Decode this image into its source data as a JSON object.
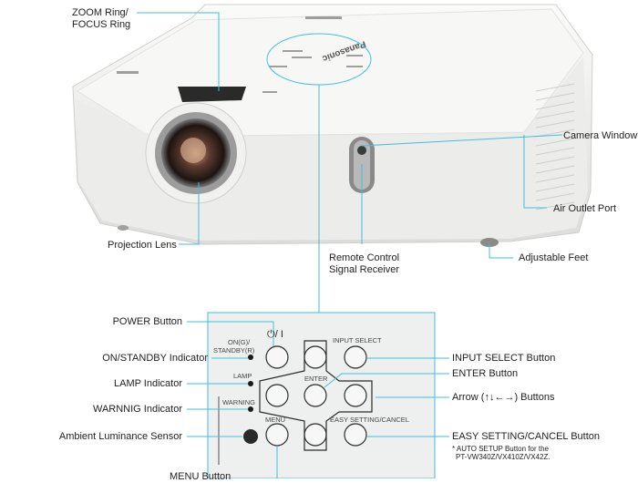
{
  "top_labels": {
    "zoom_ring": "ZOOM Ring/",
    "focus_ring": "FOCUS Ring",
    "camera_window": "Camera Window",
    "air_outlet": "Air Outlet Port",
    "projection_lens": "Projection Lens",
    "adjustable_feet": "Adjustable Feet",
    "remote_line1": "Remote Control",
    "remote_line2": "Signal Receiver"
  },
  "projector": {
    "brand": "Panasonic"
  },
  "panel_labels": {
    "power_button": "POWER Button",
    "on_standby_indicator": "ON/STANDBY Indicator",
    "lamp_indicator": "LAMP Indicator",
    "warning_indicator": "WARNNIG Indicator",
    "ambient_sensor": "Ambient Luminance Sensor",
    "menu_button": "MENU Button",
    "input_select_button": "INPUT SELECT Button",
    "enter_button": "ENTER Button",
    "arrow_buttons": "Arrow (↑↓←→) Buttons",
    "easy_setting_button": "EASY SETTING/CANCEL Button",
    "note_line1": "* AUTO SETUP Button for the",
    "note_line2": "PT-VW340Z/VX410Z/VX42Z."
  },
  "panel_text": {
    "power_symbol": "⏻/ I",
    "on_g": "ON(G)/",
    "standby_r": "STANDBY(R)",
    "lamp": "LAMP",
    "warning": "WARNING",
    "input_select": "INPUT SELECT",
    "enter": "ENTER",
    "menu": "MENU",
    "easy_setting": "EASY SETTING/CANCEL"
  },
  "colors": {
    "accent_line": "#3fc0d8",
    "body": "#f4f4f2",
    "panel_bg": "#eef0f0"
  }
}
